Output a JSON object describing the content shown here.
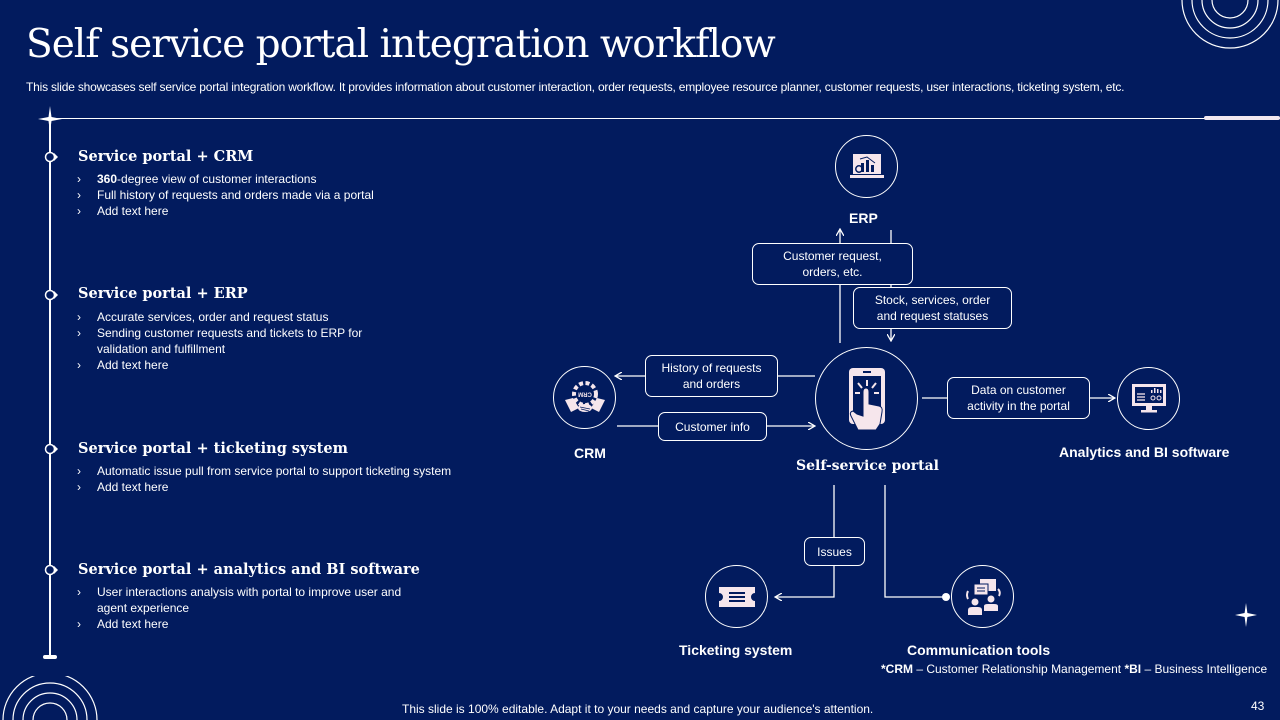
{
  "slide": {
    "title": "Self service portal integration workflow",
    "subtitle": "This slide showcases self service portal integration workflow. It provides information about customer interaction, order requests, employee resource planner, customer requests, user interactions, ticketing system, etc.",
    "page_number": "43",
    "footer": "This slide is 100% editable. Adapt it to your needs and capture your audience's attention."
  },
  "sections": [
    {
      "heading": "Service portal + CRM",
      "bullets": [
        {
          "bold": "360",
          "text": "-degree  view  of customer interactions"
        },
        {
          "bold": "",
          "text": "Full history of requests and orders made via  a portal"
        },
        {
          "bold": "",
          "text": "Add text here"
        }
      ]
    },
    {
      "heading": "Service portal + ERP",
      "bullets": [
        {
          "bold": "",
          "text": "Accurate services, order and request status"
        },
        {
          "bold": "",
          "text": "Sending customer requests and tickets to ERP for validation  and fulfillment"
        },
        {
          "bold": "",
          "text": "Add text here"
        }
      ]
    },
    {
      "heading": "Service portal + ticketing system",
      "bullets": [
        {
          "bold": "",
          "text": "Automatic issue pull from service  portal to support ticketing system"
        },
        {
          "bold": "",
          "text": "Add text here"
        }
      ]
    },
    {
      "heading": "Service portal + analytics and BI software",
      "bullets": [
        {
          "bold": "",
          "text": "User interactions analysis with portal to improve  user and agent experience"
        },
        {
          "bold": "",
          "text": "Add text here"
        }
      ]
    }
  ],
  "diagram": {
    "nodes": {
      "erp": {
        "label": "ERP",
        "icon": "erp-laptop-chart-icon"
      },
      "crm": {
        "label": "CRM",
        "icon": "crm-handshake-gear-icon",
        "icon_text": "CRM"
      },
      "portal": {
        "label": "Self-service portal",
        "icon": "touch-phone-icon"
      },
      "analytics": {
        "label": "Analytics  and BI software",
        "icon": "analytics-monitor-icon"
      },
      "ticketing": {
        "label": "Ticketing system",
        "icon": "ticket-icon"
      },
      "communication": {
        "label": "Communication  tools",
        "icon": "chat-people-icon"
      }
    },
    "edges": {
      "portal_to_erp": "Customer request, orders, etc.",
      "erp_to_portal": "Stock, services, order and request statuses",
      "portal_to_crm": "History of requests and orders",
      "crm_to_portal": "Customer info",
      "portal_to_analytics": "Data on customer activity in the portal",
      "portal_to_ticketing": "Issues"
    }
  },
  "footnote": {
    "crm_abbr": "*CRM",
    "crm_def": " – Customer Relationship Management ",
    "bi_abbr": "*BI",
    "bi_def": " – Business Intelligence"
  },
  "colors": {
    "background": "#021b5e",
    "foreground": "#ffffff",
    "icon_fill": "#f6e6ec"
  }
}
